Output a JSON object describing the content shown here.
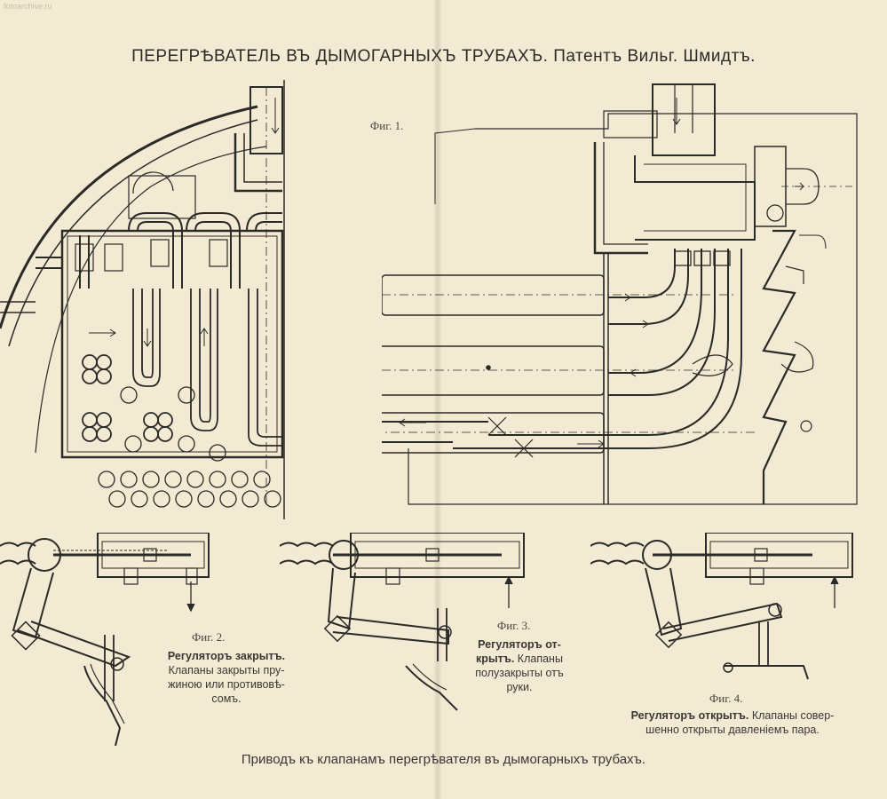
{
  "watermark": "fotoarchive.ru",
  "title": "ПЕРЕГРѢВАТЕЛЬ ВЪ ДЫМОГАРНЫХЪ ТРУБАХЪ. Патентъ Вильг. Шмидтъ.",
  "fig1_label": "Фиг. 1.",
  "fig2": {
    "label": "Фиг. 2.",
    "heading": "Регуляторъ закрытъ.",
    "line1": "Клапаны закрыты пру-",
    "line2": "жиною или противовѣ-",
    "line3": "сомъ."
  },
  "fig3": {
    "label": "Фиг. 3.",
    "heading1": "Регуляторъ от-",
    "heading2": "крытъ.",
    "rest2": " Клапаны",
    "line3": "полузакрыты отъ",
    "line4": "руки."
  },
  "fig4": {
    "label": "Фиг. 4.",
    "heading": "Регуляторъ открытъ.",
    "rest1": " Клапаны совер-",
    "line2": "шенно открыты давленіемъ пара."
  },
  "bottom_caption": "Приводъ къ клапанамъ перегрѣвателя въ дымогарныхъ трубахъ.",
  "colors": {
    "paper": "#f3ead4",
    "ink": "#2c2a26"
  }
}
